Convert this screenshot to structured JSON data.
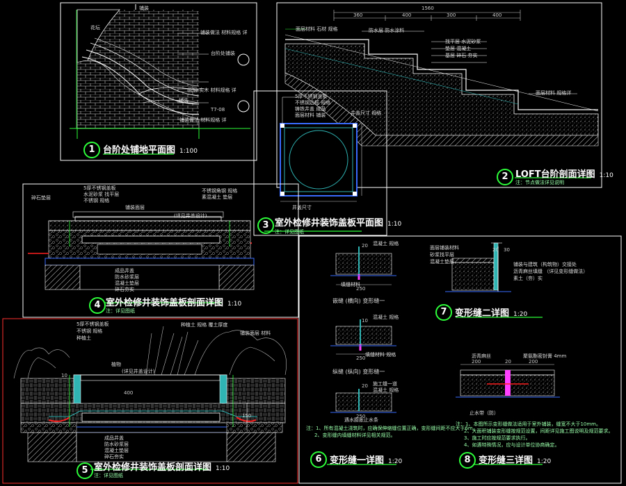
{
  "colors": {
    "background": "#000000",
    "frame": "#ffffff",
    "title_underline": "#2dff3a",
    "hatch": "#c8c8c8",
    "slab": "#d0d0d0",
    "water": "#2fb3b3",
    "gravel": "#888888",
    "accent_red": "#ff2020",
    "accent_magenta": "#ff40ff",
    "accent_blue": "#3a6bff",
    "leader": "#ffffff",
    "dimension": "#cccccc"
  },
  "panels": [
    {
      "id": "1",
      "number": "1",
      "title": "台阶处铺地平面图",
      "scale": "1:100"
    },
    {
      "id": "2",
      "number": "2",
      "title": "LOFT台阶剖面详图",
      "scale": "1:10",
      "note": "注：节点做法详见说明"
    },
    {
      "id": "3",
      "number": "3",
      "title": "室外检修井装饰盖板平面图",
      "scale": "1:10",
      "note": "注：详见图纸"
    },
    {
      "id": "4",
      "number": "4",
      "title": "室外检修井装饰盖板剖面详图",
      "scale": "1:10",
      "note": "注：详见图纸"
    },
    {
      "id": "5",
      "number": "5",
      "title": "室外检修井装饰盖板剖面详图",
      "scale": "1:10",
      "note": "注：详见图纸"
    },
    {
      "id": "6",
      "number": "6",
      "title": "变形缝一详图",
      "scale": "1:20"
    },
    {
      "id": "7",
      "number": "7",
      "title": "变形缝二详图",
      "scale": "1:20"
    },
    {
      "id": "8",
      "number": "8",
      "title": "变形缝三详图",
      "scale": "1:20"
    }
  ],
  "panel1_labels": [
    "铺装",
    "花坛",
    "铺装做法 材料规格 详",
    "台阶处铺装",
    "面层 实木 材料规格 详",
    "铺装",
    "T7-08",
    "铺装做法 材料规格 详"
  ],
  "panel2_labels": [
    "面层材料 石材 规格",
    "防水层 防水涂料",
    "找平层 水泥砂浆",
    "垫层 混凝土",
    "基层 碎石 夯实",
    "面层材料 规格详"
  ],
  "panel2_dims": [
    "1560",
    "360",
    "400",
    "300",
    "400"
  ],
  "panel3_labels": [
    "5厚不锈钢盖板",
    "不锈钢边框 规格",
    "铸铁井盖 成品",
    "面层材料 铺装",
    "井盖尺寸 规格",
    "井盖尺寸"
  ],
  "panel4_labels": [
    "5厚不锈钢盖板",
    "水泥砂浆 找平层",
    "不锈钢 规格",
    "铺装面层",
    "不锈钢角钢 规格",
    "素混凝土 垫层",
    "碎石垫层",
    "(详见井盖设计)",
    "成品井盖",
    "防水砂浆层",
    "混凝土垫层",
    "碎石夯实"
  ],
  "panel5_labels": [
    "5厚不锈钢盖板",
    "不锈钢 规格",
    "种植土",
    "种植土 规格 覆土厚度",
    "铺装面层 材料",
    "植物",
    "(详见井盖设计)",
    "成品井盖",
    "防水砂浆层",
    "混凝土垫层",
    "碎石夯实"
  ],
  "panel5_dims": [
    "10",
    "400",
    "150"
  ],
  "panel6_labels": [
    "混凝土 规格",
    "填缝材料",
    "嵌缝 (横向) 变形缝一",
    "填缝材料 规格",
    "混凝土 规格",
    "纵缝 (纵向) 变形缝一",
    "施工缝一道",
    "混凝土 规格",
    "遇水膨胀止水条"
  ],
  "panel6_dims": [
    "20",
    "250",
    "10",
    "250",
    "20",
    "250"
  ],
  "panel6_notes": [
    "注：1、所有混凝土浇筑时，应确保伸缩缝位置正确，变形缝间距不应大于6m。",
    "2、变形缝内填缝材料详见相关规范。"
  ],
  "panel7_labels": [
    "面层铺装材料",
    "砂浆找平层",
    "混凝土垫层",
    "铺装与建筑（构筑物）交接处",
    "沥青麻丝填缝 （详见变形缝做法）",
    "素土（夯）实"
  ],
  "panel7_dims": [
    "20",
    "30"
  ],
  "panel8_labels": [
    "沥青麻丝",
    "聚氨酯密封膏 4mm",
    "止水带（防）"
  ],
  "panel8_dims": [
    "200",
    "20",
    "200"
  ],
  "panel8_notes": [
    "注：1、本图所示变形缝做法适用于室外铺装，缝宽不大于10mm。",
    "2、大面积铺装变形缝按规范设置，间距详见施工图说明及规范要求。",
    "3、施工时应按规范要求执行。",
    "4、如遇特殊情况，应与设计单位协商确定。"
  ]
}
